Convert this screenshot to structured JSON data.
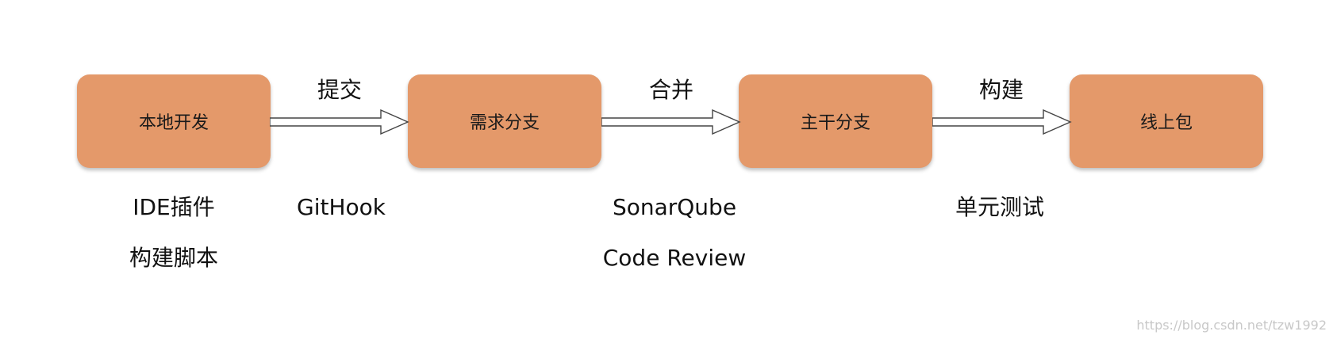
{
  "nodes": [
    "本地开发",
    "需求分支",
    "主干分支",
    "线上包"
  ],
  "edges": [
    "提交",
    "合并",
    "构建"
  ],
  "notes": {
    "local_dev": [
      "IDE插件",
      "构建脚本"
    ],
    "commit": [
      "GitHook"
    ],
    "merge": [
      "SonarQube",
      "Code Review"
    ],
    "build": [
      "单元测试"
    ]
  },
  "watermark": "https://blog.csdn.net/tzw1992",
  "colors": {
    "node_fill": "#e4996a",
    "arrow_stroke": "#444444",
    "text": "#111111",
    "watermark": "#c8c8c8"
  }
}
